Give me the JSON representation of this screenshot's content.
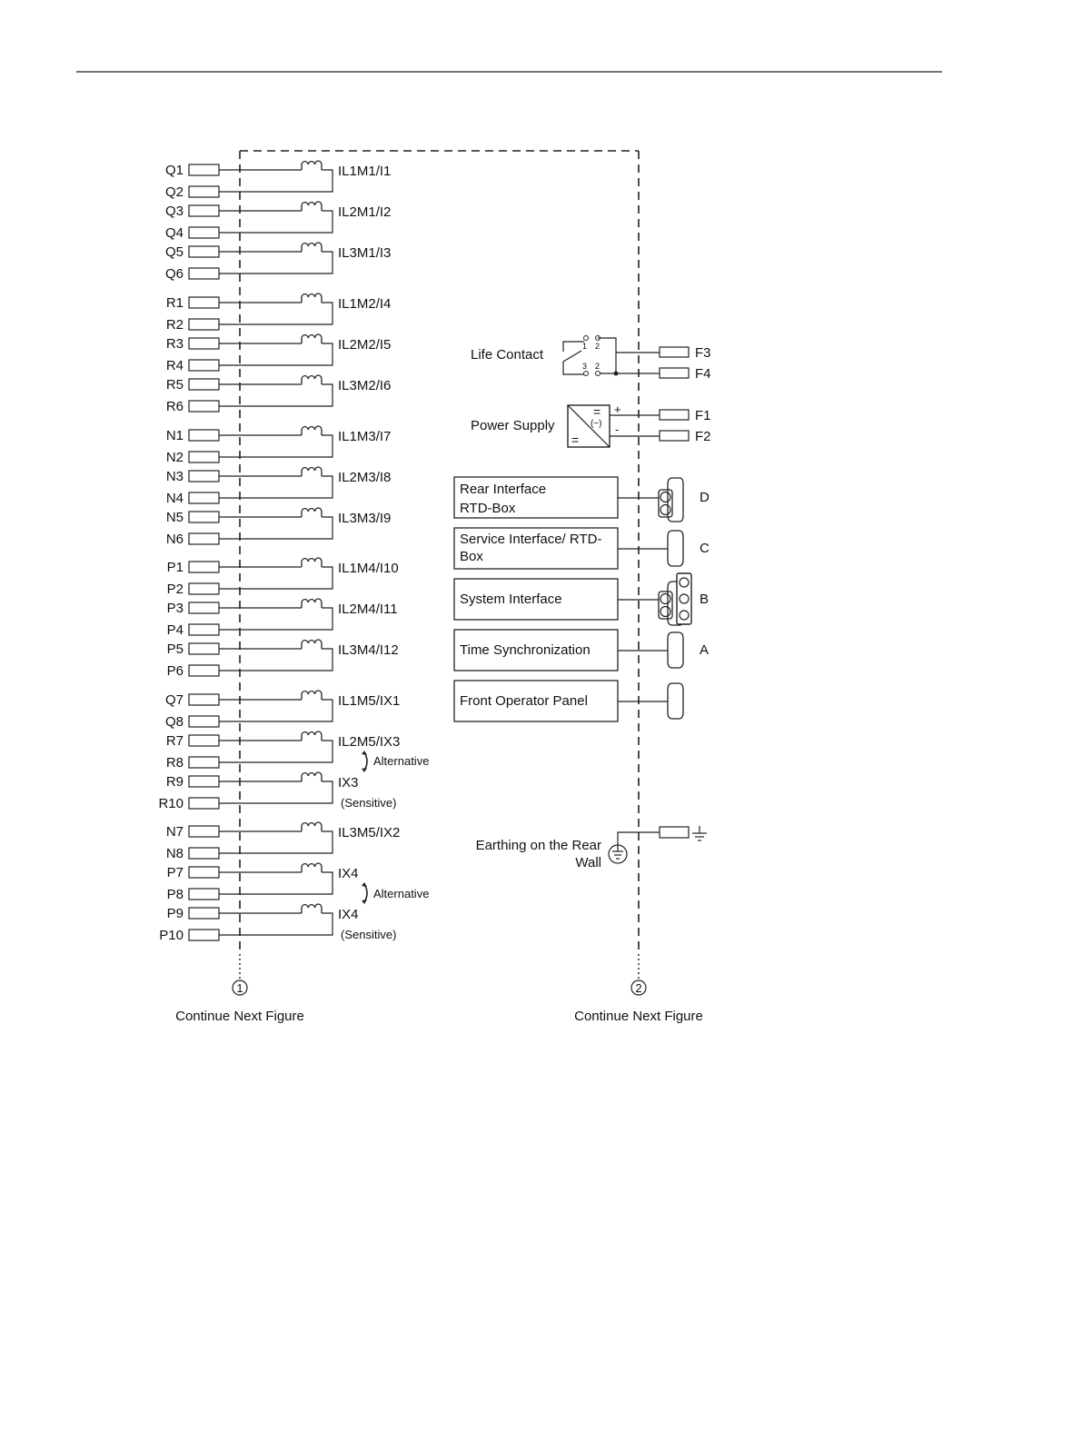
{
  "diagram": {
    "inputs": [
      {
        "group": "Q",
        "t1": "Q1",
        "t2": "Q2",
        "label": "IL1M1/I1"
      },
      {
        "group": "Q",
        "t1": "Q3",
        "t2": "Q4",
        "label": "IL2M1/I2"
      },
      {
        "group": "Q",
        "t1": "Q5",
        "t2": "Q6",
        "label": "IL3M1/I3"
      },
      {
        "group": "R",
        "t1": "R1",
        "t2": "R2",
        "label": "IL1M2/I4"
      },
      {
        "group": "R",
        "t1": "R3",
        "t2": "R4",
        "label": "IL2M2/I5"
      },
      {
        "group": "R",
        "t1": "R5",
        "t2": "R6",
        "label": "IL3M2/I6"
      },
      {
        "group": "N",
        "t1": "N1",
        "t2": "N2",
        "label": "IL1M3/I7"
      },
      {
        "group": "N",
        "t1": "N3",
        "t2": "N4",
        "label": "IL2M3/I8"
      },
      {
        "group": "N",
        "t1": "N5",
        "t2": "N6",
        "label": "IL3M3/I9"
      },
      {
        "group": "P",
        "t1": "P1",
        "t2": "P2",
        "label": "IL1M4/I10"
      },
      {
        "group": "P",
        "t1": "P3",
        "t2": "P4",
        "label": "IL2M4/I11"
      },
      {
        "group": "P",
        "t1": "P5",
        "t2": "P6",
        "label": "IL3M4/I12"
      },
      {
        "group": "M5a",
        "t1": "Q7",
        "t2": "Q8",
        "label": "IL1M5/IX1"
      },
      {
        "group": "M5a",
        "t1": "R7",
        "t2": "R8",
        "label": "IL2M5/IX3"
      },
      {
        "group": "M5a",
        "t1": "R9",
        "t2": "R10",
        "label": "IX3",
        "sub": "(Sensitive)"
      },
      {
        "group": "M5b",
        "t1": "N7",
        "t2": "N8",
        "label": "IL3M5/IX2"
      },
      {
        "group": "M5b",
        "t1": "P7",
        "t2": "P8",
        "label": "IX4"
      },
      {
        "group": "M5b",
        "t1": "P9",
        "t2": "P10",
        "label": "IX4",
        "sub": "(Sensitive)"
      }
    ],
    "alternative_label": "Alternative",
    "life_contact": {
      "label": "Life Contact",
      "pins_top": [
        "1",
        "2"
      ],
      "pins_bottom": [
        "3",
        "2"
      ],
      "terminals": [
        "F3",
        "F4"
      ]
    },
    "power_supply": {
      "label": "Power Supply",
      "plus": "+",
      "minus": "-",
      "ac_symbol": "(~)",
      "dc_symbol": "=",
      "terminals": [
        "F1",
        "F2"
      ]
    },
    "interfaces": [
      {
        "lines": [
          "Rear Interface",
          "RTD-Box"
        ],
        "port": "D"
      },
      {
        "lines": [
          "Service Interface/ RTD-",
          "Box"
        ],
        "port": "C"
      },
      {
        "lines": [
          "System Interface"
        ],
        "port": "B"
      },
      {
        "lines": [
          "Time Synchronization"
        ],
        "port": "A"
      },
      {
        "lines": [
          "Front Operator Panel"
        ],
        "port": ""
      }
    ],
    "earthing": {
      "line1": "Earthing on the Rear",
      "line2": "Wall"
    },
    "continuation": [
      {
        "marker": "1",
        "text": "Continue Next Figure"
      },
      {
        "marker": "2",
        "text": "Continue Next Figure"
      }
    ]
  }
}
